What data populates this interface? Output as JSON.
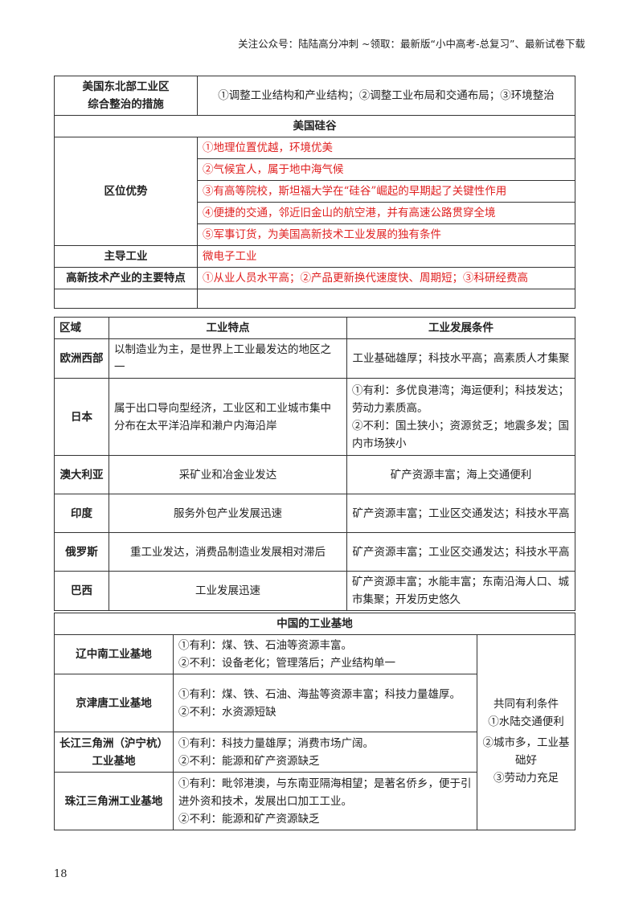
{
  "header": {
    "text": "关注公众号：陆陆高分冲刺  ~领取：最新版“小中高考-总复习”、最新试卷下载"
  },
  "t1": {
    "r1_label_1": "美国东北部工业区",
    "r1_label_2": "综合整治的措施",
    "r1_value": "①调整工业结构和产业结构；②调整工业布局和交通布局；③环境整治",
    "section": "美国硅谷",
    "adv_label": "区位优势",
    "adv": [
      "①地理位置优越，环境优美",
      "②气候宜人，属于地中海气候",
      "③有高等院校，斯坦福大学在“硅谷”崛起的早期起了关键性作用",
      "④便捷的交通，邻近旧金山的航空港，并有高速公路贯穿全境",
      "⑤军事订货，为美国高新技术工业发展的独有条件"
    ],
    "main_label": "主导工业",
    "main_value": "微电子工业",
    "feat_label": "高新技术产业的主要特点",
    "feat_value": "①从业人员水平高；②产品更新换代速度快、周期短；③科研经费高"
  },
  "t2": {
    "h_region": "区域",
    "h_feat": "工业特点",
    "h_cond": "工业发展条件",
    "rows": [
      {
        "region": "欧洲西部",
        "feat": "以制造业为主，是世界上工业最发达的地区之一",
        "cond": [
          "工业基础雄厚；科技水平高；高素质人才集聚"
        ]
      },
      {
        "region": "日本",
        "feat": "属于出口导向型经济，工业区和工业城市集中分布在太平洋沿岸和濑户内海沿岸",
        "cond": [
          "①有利：多优良港湾；海运便利；科技发达；劳动力素质高。",
          "②不利：国土狭小；资源贫乏；地震多发；国内市场狭小"
        ]
      },
      {
        "region": "澳大利亚",
        "feat": "采矿业和冶金业发达",
        "cond": [
          "矿产资源丰富；海上交通便利"
        ]
      },
      {
        "region": "印度",
        "feat": "服务外包产业发展迅速",
        "cond": [
          "矿产资源丰富；工业区交通发达；科技水平高"
        ]
      },
      {
        "region": "俄罗斯",
        "feat": "重工业发达，消费品制造业发展相对滞后",
        "cond": [
          "矿产资源丰富；工业区交通发达；科技水平高"
        ]
      },
      {
        "region": "巴西",
        "feat": "工业发展迅速",
        "cond": [
          "矿产资源丰富；水能丰富；东南沿海人口、城市集聚；开发历史悠久"
        ]
      }
    ]
  },
  "t3": {
    "section": "中国的工业基地",
    "bases": [
      {
        "name": "辽中南工业基地",
        "good": "①有利：煤、铁、石油等资源丰富。",
        "bad": "②不利：设备老化；管理落后；产业结构单一"
      },
      {
        "name": "京津唐工业基地",
        "good": "①有利：煤、铁、石油、海盐等资源丰富；科技力量雄厚。",
        "bad": "②不利：水资源短缺"
      },
      {
        "name": "长江三角洲（沪宁杭）工业基地",
        "good": "①有利：科技力量雄厚；消费市场广阔。",
        "bad": "②不利：能源和矿产资源缺乏"
      },
      {
        "name": "珠江三角洲工业基地",
        "good": "①有利：毗邻港澳，与东南亚隔海相望；是著名侨乡，便于引进外资和技术，发展出口加工工业。",
        "bad": "②不利：能源和矿产资源缺乏"
      }
    ],
    "common": [
      "共同有利条件",
      "①水陆交通便利",
      "②城市多，工业基础好",
      "③劳动力充足"
    ]
  },
  "page_number": "18"
}
